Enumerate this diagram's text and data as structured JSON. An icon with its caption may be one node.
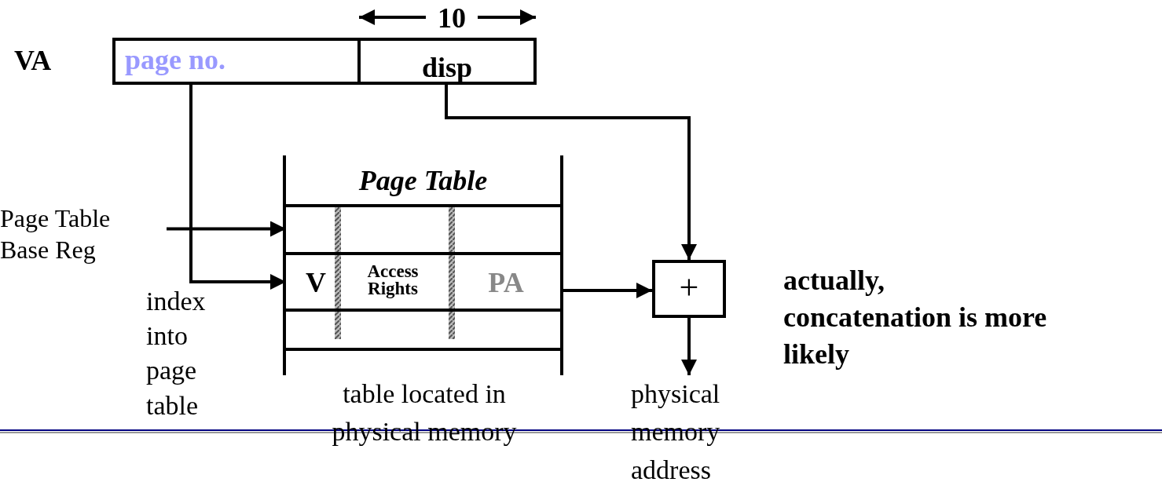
{
  "diagram": {
    "nodes": [
      {
        "text": [
          "page no."
        ]
      },
      {
        "text": [
          "disp"
        ]
      },
      {
        "text": [
          "Page Table"
        ],
        "beside": [
          "table located in physical memory"
        ]
      },
      {
        "text": [],
        "shape": "box",
        "in": 2
      },
      {
        "text": [
          "V",
          "Access Rights",
          "PA"
        ],
        "in": 2
      },
      {
        "text": [],
        "shape": "box",
        "in": 2
      },
      {
        "text": [
          "Page Table Base Reg"
        ]
      },
      {
        "text": [
          "+"
        ]
      },
      {
        "text": [
          "physical memory address"
        ]
      }
    ],
    "edges": [
      {
        "from": 0,
        "to": 4,
        "arrow": "to"
      },
      {
        "from": 6,
        "to": 3,
        "arrow": "to"
      },
      {
        "from": 1,
        "to": 7,
        "arrow": "to"
      },
      {
        "from": 4,
        "to": 7,
        "arrow": "to"
      },
      {
        "from": 7,
        "to": 8,
        "arrow": "to"
      }
    ],
    "labels": [
      "10",
      "VA",
      "index into page table",
      "actually, concatenation is more likely"
    ]
  }
}
